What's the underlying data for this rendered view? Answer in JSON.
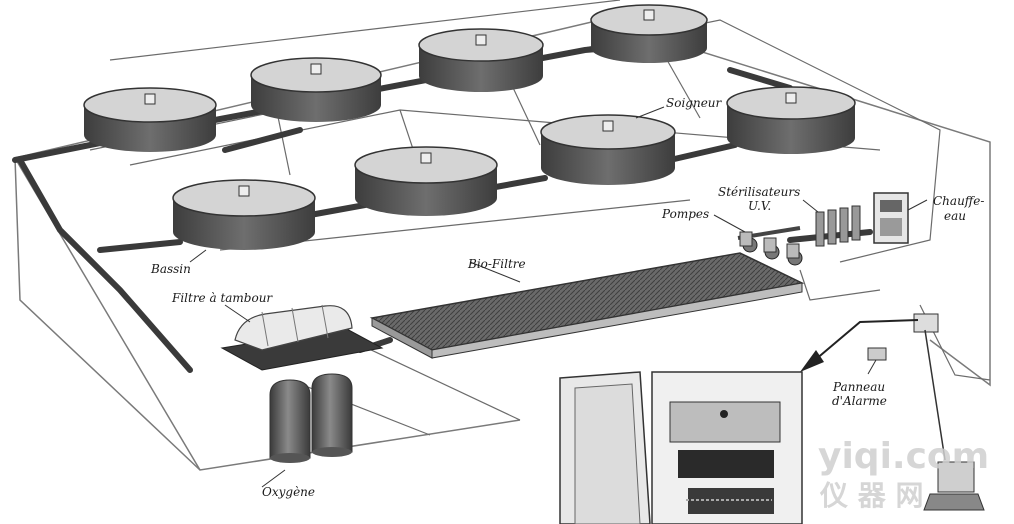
{
  "labels": {
    "soigneur": "Soigneur",
    "sterilisateurs": "Stérilisateurs",
    "uv": "U.V.",
    "chauffe": "Chauffe-",
    "eau": "eau",
    "pompes": "Pompes",
    "bassin": "Bassin",
    "bio_filtre": "Bio-Filtre",
    "filtre_tambour": "Filtre à tambour",
    "panneau": "Panneau",
    "alarme": "d'Alarme",
    "oxygene": "Oxygène"
  },
  "watermark": {
    "main": "yiqi.com",
    "sub": "仪 器 网"
  },
  "colors": {
    "tank_body": "#555555",
    "tank_top": "#d8d8d8",
    "pipe": "#3a3a3a",
    "line": "#6b6b6b",
    "watermark": "#cfcfcf"
  }
}
